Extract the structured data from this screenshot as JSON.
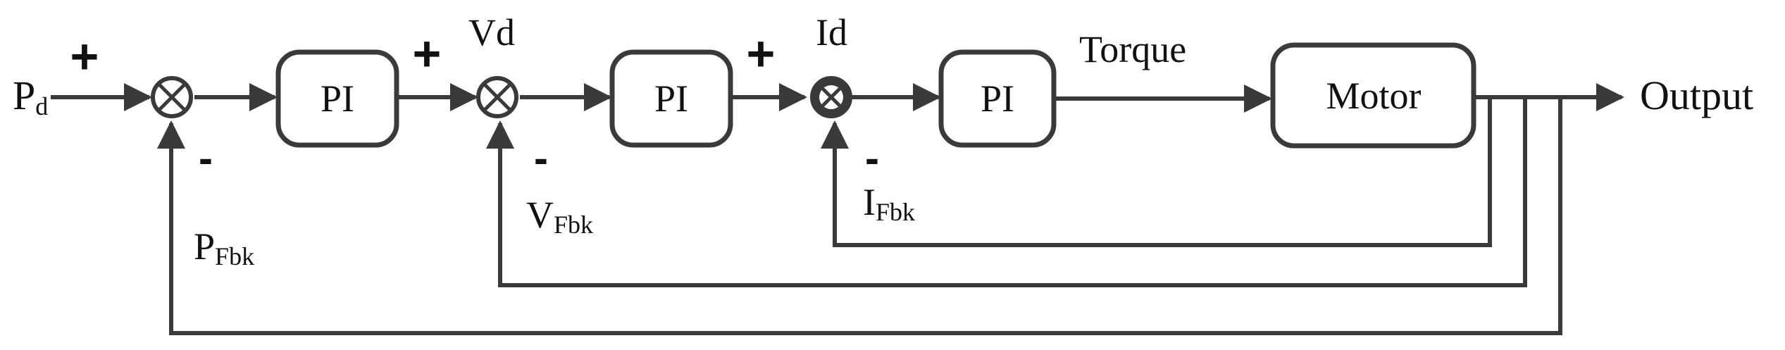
{
  "diagram": {
    "inputs": {
      "pd_main": "P",
      "pd_sub": "d"
    },
    "outputs": {
      "output": "Output"
    },
    "blocks": {
      "pi_position": "PI",
      "pi_velocity": "PI",
      "pi_current": "PI",
      "motor": "Motor"
    },
    "signals": {
      "vd": "Vd",
      "id": "Id",
      "torque": "Torque",
      "pfbk_main": "P",
      "pfbk_sub": "Fbk",
      "vfbk_main": "V",
      "vfbk_sub": "Fbk",
      "ifbk_main": "I",
      "ifbk_sub": "Fbk"
    },
    "signs": {
      "sum1_plus": "+",
      "sum1_minus": "-",
      "sum2_plus": "+",
      "sum2_minus": "-",
      "sum3_plus": "+",
      "sum3_minus": "-"
    },
    "colors": {
      "line": "#3a3a3a",
      "text": "#111111",
      "background": "#ffffff"
    }
  }
}
